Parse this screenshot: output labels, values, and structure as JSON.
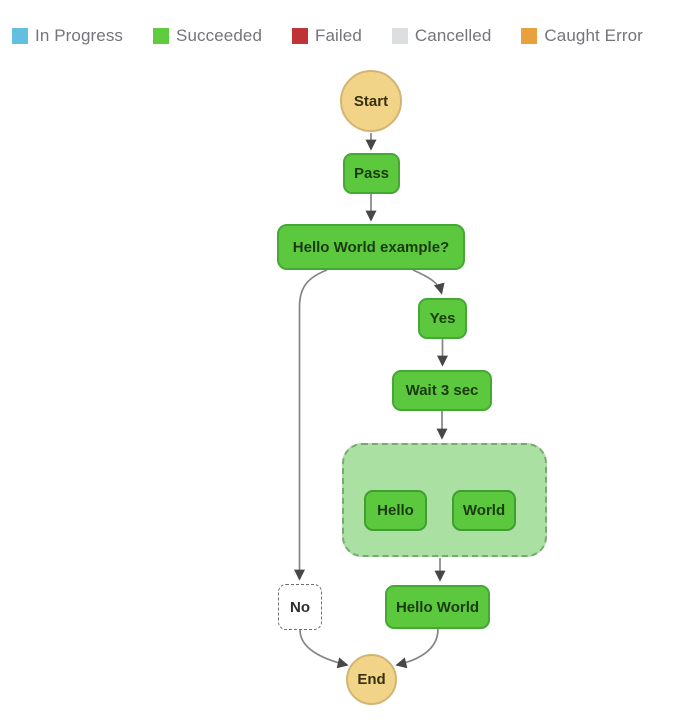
{
  "legend": {
    "items": [
      {
        "name": "in-progress",
        "label": "In Progress",
        "color": "#62bfdf"
      },
      {
        "name": "succeeded",
        "label": "Succeeded",
        "color": "#5ecc3e"
      },
      {
        "name": "failed",
        "label": "Failed",
        "color": "#bf3434"
      },
      {
        "name": "cancelled",
        "label": "Cancelled",
        "color": "#dcdee0"
      },
      {
        "name": "caught-error",
        "label": "Caught Error",
        "color": "#e9a13e"
      }
    ]
  },
  "diagram": {
    "type": "state-machine-execution-graph",
    "nodes": {
      "start": {
        "label": "Start",
        "shape": "circle",
        "status": "terminal"
      },
      "pass": {
        "label": "Pass",
        "shape": "box",
        "status": "succeeded"
      },
      "choice": {
        "label": "Hello World example?",
        "shape": "box",
        "status": "succeeded"
      },
      "yes": {
        "label": "Yes",
        "shape": "box",
        "status": "succeeded"
      },
      "wait": {
        "label": "Wait 3 sec",
        "shape": "box",
        "status": "succeeded"
      },
      "parallel": {
        "shape": "dashed-container",
        "status": "succeeded"
      },
      "hello": {
        "label": "Hello",
        "shape": "box",
        "status": "succeeded"
      },
      "world": {
        "label": "World",
        "shape": "box",
        "status": "succeeded"
      },
      "no": {
        "label": "No",
        "shape": "dashed-box",
        "status": "not-executed"
      },
      "hello_world": {
        "label": "Hello World",
        "shape": "box",
        "status": "succeeded"
      },
      "end": {
        "label": "End",
        "shape": "circle",
        "status": "terminal"
      }
    },
    "edges": [
      {
        "from": "start",
        "to": "pass"
      },
      {
        "from": "pass",
        "to": "choice"
      },
      {
        "from": "choice",
        "to": "yes"
      },
      {
        "from": "choice",
        "to": "no"
      },
      {
        "from": "yes",
        "to": "wait"
      },
      {
        "from": "wait",
        "to": "parallel"
      },
      {
        "from": "parallel",
        "to": "hello"
      },
      {
        "from": "parallel",
        "to": "world"
      },
      {
        "from": "parallel",
        "to": "hello_world"
      },
      {
        "from": "hello_world",
        "to": "end"
      },
      {
        "from": "no",
        "to": "end"
      }
    ],
    "colors": {
      "succeeded_fill": "#5cc83e",
      "succeeded_border": "#45a834",
      "terminal_fill": "#f2d489",
      "terminal_border": "#d4b373",
      "parallel_fill": "#abe0a3",
      "parallel_border": "#7aa874",
      "edge": "#858585",
      "arrowhead": "#474747",
      "legend_text": "#74747c"
    }
  }
}
